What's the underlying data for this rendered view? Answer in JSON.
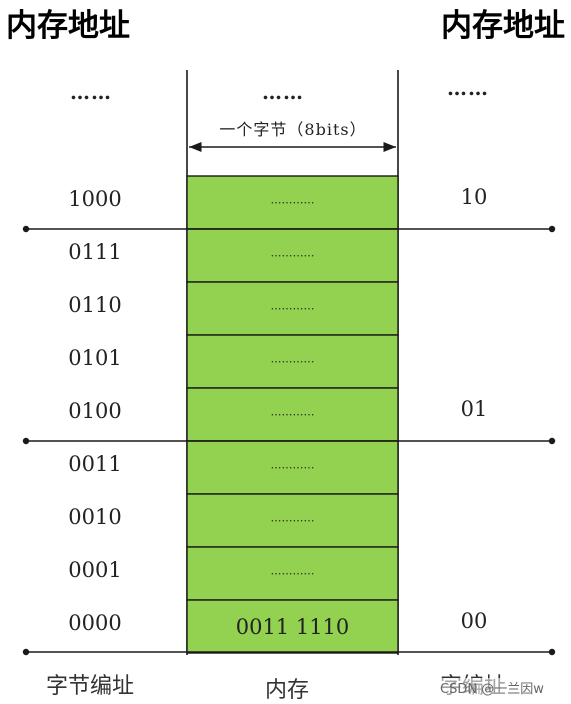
{
  "headings": {
    "left": "内存地址",
    "right": "内存地址"
  },
  "ellipsis": {
    "left": "……",
    "middle": "……",
    "right": "……"
  },
  "width_label": "一个字节（8bits）",
  "memory_cells": [
    "…………",
    "…………",
    "…………",
    "…………",
    "…………",
    "…………",
    "…………",
    "…………",
    "0011  1110"
  ],
  "byte_addresses": [
    "1000",
    "0111",
    "0110",
    "0101",
    "0100",
    "0011",
    "0010",
    "0001",
    "0000"
  ],
  "word_addresses": [
    {
      "label": "10",
      "row": 0
    },
    {
      "label": "01",
      "row": 4
    },
    {
      "label": "00",
      "row": 8
    }
  ],
  "footer": {
    "left": "字节编址",
    "middle": "内存",
    "right": "字编址"
  },
  "watermark": "CSDN @一兰因w",
  "colors": {
    "cell_fill": "#93d150",
    "line": "#1a1a1a",
    "text": "#222222"
  }
}
